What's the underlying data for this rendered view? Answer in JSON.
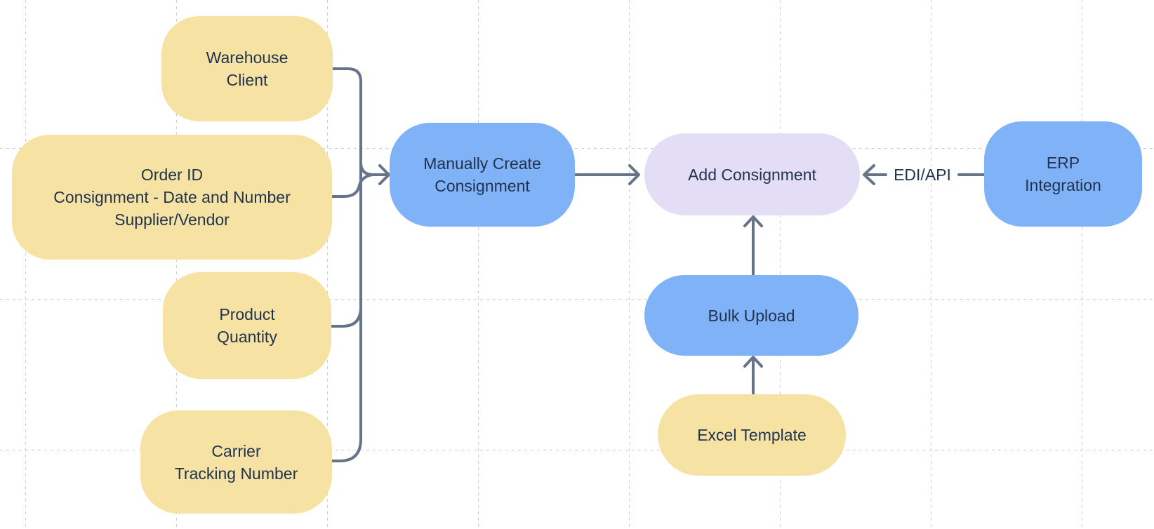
{
  "palette": {
    "yellow": "#F6E3A3",
    "blue": "#80B2F8",
    "lavender": "#E3DDF5",
    "text": "#22334F",
    "connector": "#66748A",
    "grid": "#C9CCD3",
    "background": "#FFFFFF"
  },
  "nodes": {
    "warehouse_client": {
      "label": "Warehouse\nClient",
      "color": "yellow"
    },
    "order_details": {
      "label": "Order ID\nConsignment - Date and Number\nSupplier/Vendor",
      "color": "yellow"
    },
    "product_quantity": {
      "label": "Product\nQuantity",
      "color": "yellow"
    },
    "carrier_tracking": {
      "label": "Carrier\nTracking Number",
      "color": "yellow"
    },
    "manually_create": {
      "label": "Manually Create\nConsignment",
      "color": "blue"
    },
    "add_consignment": {
      "label": "Add Consignment",
      "color": "lavender"
    },
    "bulk_upload": {
      "label": "Bulk Upload",
      "color": "blue"
    },
    "excel_template": {
      "label": "Excel Template",
      "color": "yellow"
    },
    "erp_integration": {
      "label": "ERP\nIntegration",
      "color": "blue"
    }
  },
  "edges": {
    "edi_api_label": "EDI/API"
  }
}
